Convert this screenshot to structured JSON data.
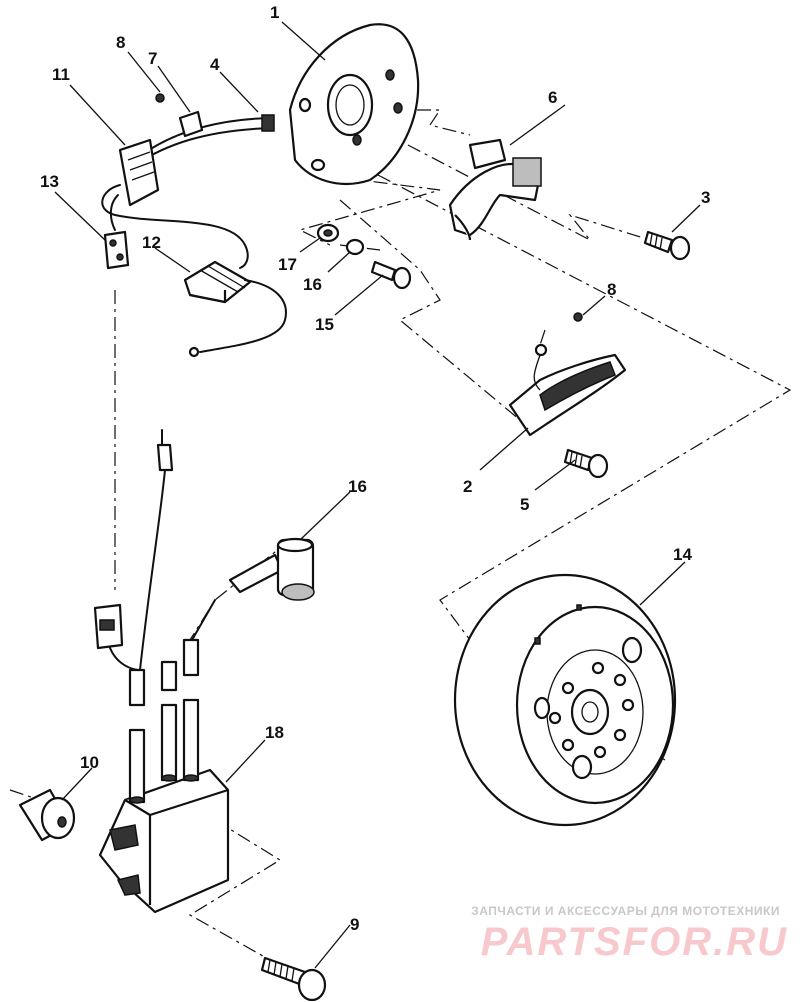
{
  "callouts": [
    {
      "id": "1",
      "text": "1"
    },
    {
      "id": "2",
      "text": "2"
    },
    {
      "id": "3",
      "text": "3"
    },
    {
      "id": "4",
      "text": "4"
    },
    {
      "id": "5",
      "text": "5"
    },
    {
      "id": "6",
      "text": "6"
    },
    {
      "id": "7",
      "text": "7"
    },
    {
      "id": "8a",
      "text": "8"
    },
    {
      "id": "8b",
      "text": "8"
    },
    {
      "id": "9",
      "text": "9"
    },
    {
      "id": "10",
      "text": "10"
    },
    {
      "id": "11",
      "text": "11"
    },
    {
      "id": "12",
      "text": "12"
    },
    {
      "id": "13",
      "text": "13"
    },
    {
      "id": "14",
      "text": "14"
    },
    {
      "id": "15",
      "text": "15"
    },
    {
      "id": "16a",
      "text": "16"
    },
    {
      "id": "16b",
      "text": "16"
    },
    {
      "id": "17",
      "text": "17"
    },
    {
      "id": "18",
      "text": "18"
    }
  ],
  "watermark": {
    "tagline": "ЗАПЧАСТИ И АКСЕССУАРЫ ДЛЯ МОТОТЕХНИКИ",
    "brand": "PARTSFOR.RU"
  }
}
